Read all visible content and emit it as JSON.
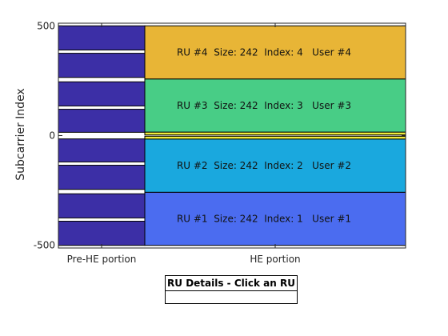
{
  "chart_data": {
    "type": "bar",
    "ylabel": "Subcarrier Index",
    "ylim": [
      -512,
      512
    ],
    "yticks": [
      -500,
      0,
      500
    ],
    "ytick_labels": [
      "-500",
      "0",
      "500"
    ],
    "xtick_labels": [
      "Pre-HE portion",
      "HE portion"
    ],
    "pre_he": {
      "color": "#3c2fa6",
      "segments": [
        [
          -500,
          -390
        ],
        [
          -375,
          -265
        ],
        [
          -245,
          -135
        ],
        [
          -120,
          -15
        ],
        [
          15,
          120
        ],
        [
          135,
          245
        ],
        [
          265,
          375
        ],
        [
          390,
          500
        ]
      ]
    },
    "he": {
      "rus": [
        {
          "label": "RU #1  Size: 242  Index: 1   User #1",
          "y0": -500,
          "y1": -258,
          "color": "#4b6cf0"
        },
        {
          "label": "RU #2  Size: 242  Index: 2   User #2",
          "y0": -258,
          "y1": -16,
          "color": "#1aa8de"
        },
        {
          "label": "RU #3  Size: 242  Index: 3   User #3",
          "y0": 16,
          "y1": 258,
          "color": "#48cd86"
        },
        {
          "label": "RU #4  Size: 242  Index: 4   User #4",
          "y0": 258,
          "y1": 500,
          "color": "#e8b536"
        }
      ],
      "center_fill": [
        {
          "y0": -16,
          "y1": -3,
          "color": "#f1ec3c"
        },
        {
          "y0": 3,
          "y1": 16,
          "color": "#f1ec3c"
        }
      ]
    }
  },
  "details": {
    "title": "RU Details - Click an RU",
    "body": ""
  }
}
